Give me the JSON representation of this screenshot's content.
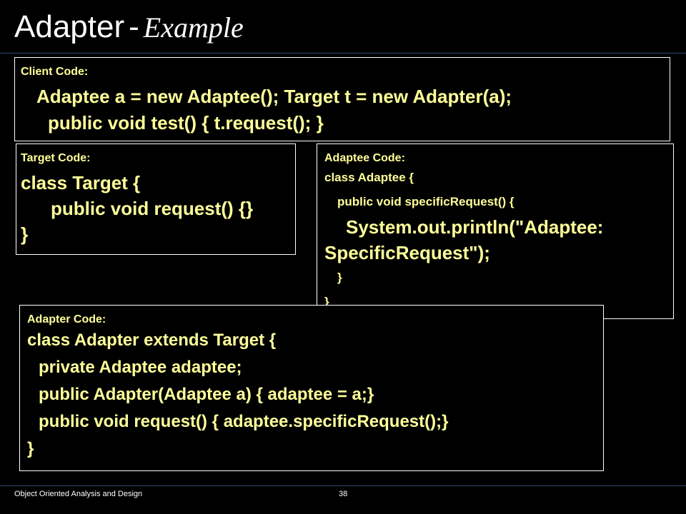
{
  "slide": {
    "title": "Adapter",
    "title_separator": "-",
    "title_emphasis": "Example",
    "footer_text": "Object Oriented Analysis and Design",
    "page_number": "38"
  },
  "client": {
    "heading": "Client Code:",
    "lines": [
      "Adaptee a = new Adaptee();   Target t = new Adapter(a);",
      "public void test() {  t.request();  }"
    ]
  },
  "target": {
    "heading": "Target  Code:",
    "lines": [
      "class Target {",
      "public void request() {}",
      "}"
    ]
  },
  "adaptee": {
    "heading": "Adaptee  Code:",
    "lines": [
      "class Adaptee {",
      "public void specificRequest() {",
      "System.out.println(\"Adaptee:",
      "SpecificRequest\");",
      "}",
      "}"
    ]
  },
  "adapter": {
    "heading": "Adapter  Code:",
    "lines": [
      "class Adapter extends Target {",
      "private Adaptee adaptee;",
      "public Adapter(Adaptee a) { adaptee = a;}",
      "public void request() { adaptee.specificRequest();}",
      "}"
    ]
  },
  "colors": {
    "background": "#000000",
    "title_text": "#FFFFFF",
    "code_text": "#FFFF99",
    "box_border": "#FFFFFF",
    "rule": "#2E4C6E"
  }
}
